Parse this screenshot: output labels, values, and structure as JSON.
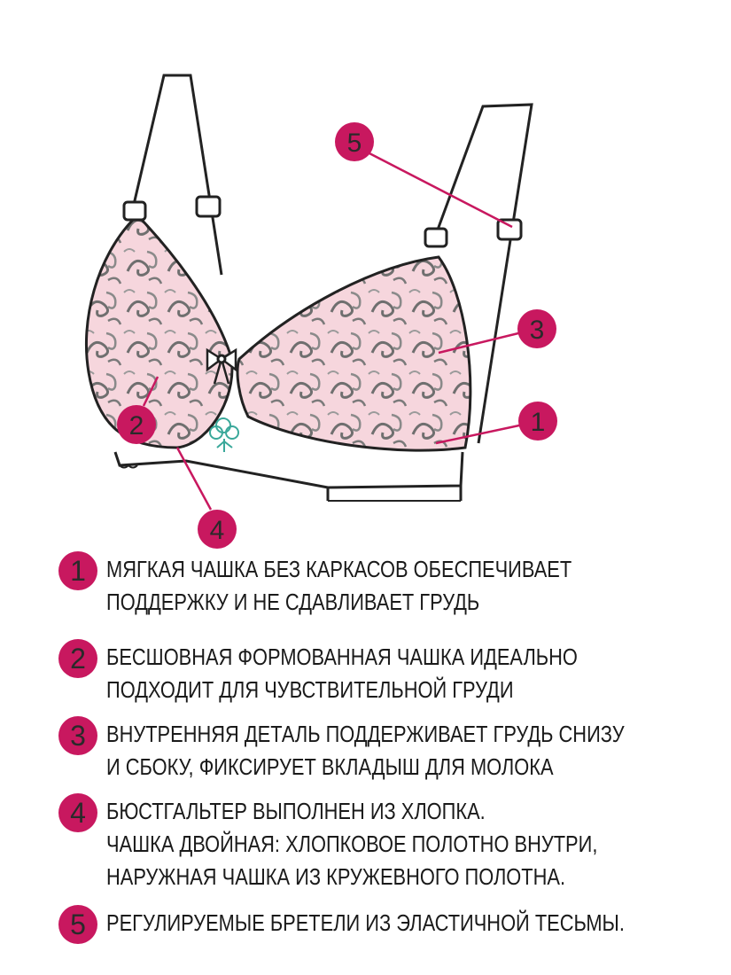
{
  "accent_color": "#c8185f",
  "callouts": [
    "1",
    "2",
    "3",
    "4",
    "5"
  ],
  "features": [
    {
      "number": "1",
      "lines": [
        "МЯГКАЯ ЧАШКА БЕЗ КАРКАСОВ ОБЕСПЕЧИВАЕТ",
        "ПОДДЕРЖКУ И НЕ СДАВЛИВАЕТ ГРУДЬ"
      ]
    },
    {
      "number": "2",
      "lines": [
        "БЕСШОВНАЯ ФОРМОВАННАЯ ЧАШКА ИДЕАЛЬНО",
        "ПОДХОДИТ ДЛЯ ЧУВСТВИТЕЛЬНОЙ ГРУДИ"
      ]
    },
    {
      "number": "3",
      "lines": [
        "ВНУТРЕННЯЯ ДЕТАЛЬ ПОДДЕРЖИВАЕТ ГРУДЬ СНИЗУ",
        "И СБОКУ, ФИКСИРУЕТ ВКЛАДЫШ ДЛЯ МОЛОКА"
      ]
    },
    {
      "number": "4",
      "lines": [
        "БЮСТГАЛЬТЕР ВЫПОЛНЕН ИЗ ХЛОПКА.",
        "ЧАШКА ДВОЙНАЯ: ХЛОПКОВОЕ ПОЛОТНО ВНУТРИ,",
        "НАРУЖНАЯ ЧАШКА ИЗ КРУЖЕВНОГО ПОЛОТНА."
      ]
    },
    {
      "number": "5",
      "lines": [
        "РЕГУЛИРУЕМЫЕ БРЕТЕЛИ ИЗ ЭЛАСТИЧНОЙ ТЕСЬМЫ."
      ]
    }
  ]
}
